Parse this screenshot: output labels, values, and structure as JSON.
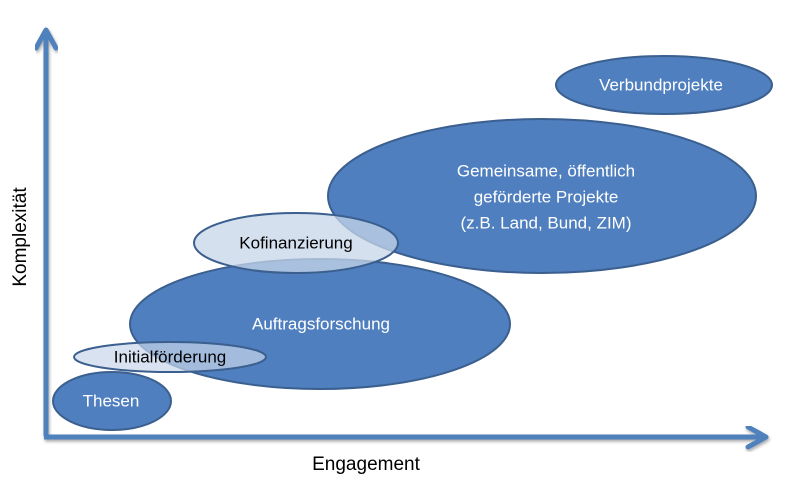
{
  "diagram": {
    "x_axis_label": "Engagement",
    "y_axis_label": "Komplexität",
    "colors": {
      "dark_fill": "#4f7fbe",
      "light_fill": "#a9bfdf",
      "stroke": "#3b5f8e",
      "axis": "#4f81bd"
    },
    "nodes": [
      {
        "id": "thesen",
        "label_lines": [
          "Thesen"
        ]
      },
      {
        "id": "initialfoerderung",
        "label_lines": [
          "Initialförderung"
        ]
      },
      {
        "id": "auftragsforschung",
        "label_lines": [
          "Auftragsforschung"
        ]
      },
      {
        "id": "kofinanzierung",
        "label_lines": [
          "Kofinanzierung"
        ]
      },
      {
        "id": "gemeinsame",
        "label_lines": [
          "Gemeinsame, öffentlich",
          "geförderte Projekte",
          "(z.B. Land, Bund, ZIM)"
        ]
      },
      {
        "id": "verbundprojekte",
        "label_lines": [
          "Verbundprojekte"
        ]
      }
    ]
  }
}
